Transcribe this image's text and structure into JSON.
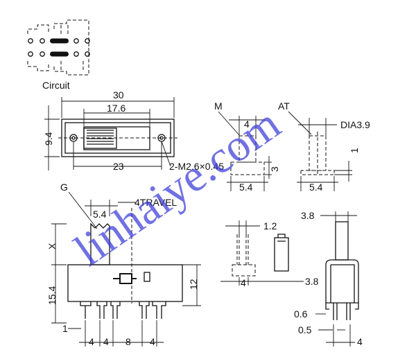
{
  "circuit": {
    "label": "Circuit"
  },
  "top_view": {
    "overall_width": "30",
    "slot_width": "17.6",
    "height": "9.4",
    "hole_pitch": "23",
    "mount_holes": "2-M2.6×0.45"
  },
  "actuator_m": {
    "label": "M",
    "width": "4",
    "height": "3",
    "base": "5.4"
  },
  "actuator_at": {
    "label": "AT",
    "diameter": "DIA3.9",
    "height": "1",
    "base": "5.4"
  },
  "side_view": {
    "g_label": "G",
    "knob_width": "5.4",
    "travel": "4TRAVEL",
    "x_label": "X",
    "body_height": "15.4",
    "frame_height": "12",
    "pin_width": "1",
    "pitches": [
      "4",
      "4",
      "8",
      "4"
    ]
  },
  "pin_view": {
    "lead": "1.2",
    "width": "4",
    "offset": "3.8"
  },
  "end_view": {
    "top": "3.8",
    "thickness": "0.6",
    "pin": "0.5",
    "pitch": "4"
  },
  "watermark": "linhaiye.com"
}
